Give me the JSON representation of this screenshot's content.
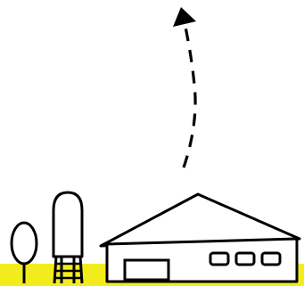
{
  "scene": {
    "elements": [
      "dashed-upward-arrow",
      "tree",
      "grain-silo",
      "farm-barn",
      "ground-strip"
    ],
    "colors": {
      "ground": "#f2ec1c",
      "stroke": "#000000",
      "fill": "#ffffff"
    }
  }
}
